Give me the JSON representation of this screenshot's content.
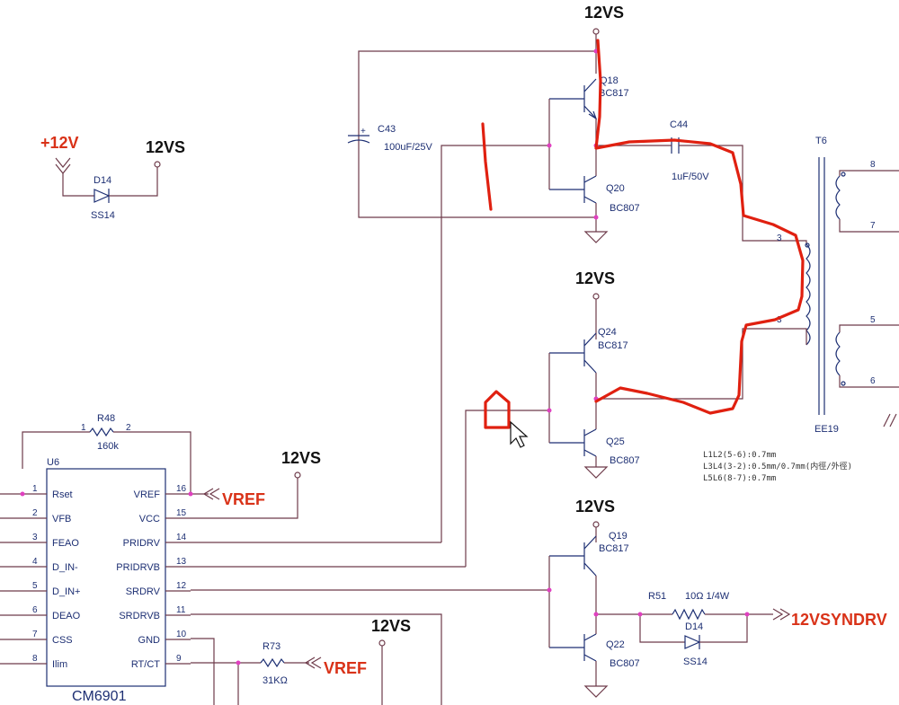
{
  "nets": {
    "v12vs": "12VS",
    "plus12v": "+12V",
    "vref": "VREF",
    "syndrv": "12VSYNDRV"
  },
  "chip": {
    "ref": "U6",
    "part": "CM6901",
    "left_pins": [
      {
        "num": "1",
        "name": "Rset"
      },
      {
        "num": "2",
        "name": "VFB"
      },
      {
        "num": "3",
        "name": "FEAO"
      },
      {
        "num": "4",
        "name": "D_IN-"
      },
      {
        "num": "5",
        "name": "D_IN+"
      },
      {
        "num": "6",
        "name": "DEAO"
      },
      {
        "num": "7",
        "name": "CSS"
      },
      {
        "num": "8",
        "name": "Ilim"
      }
    ],
    "right_pins": [
      {
        "num": "16",
        "name": "VREF"
      },
      {
        "num": "15",
        "name": "VCC"
      },
      {
        "num": "14",
        "name": "PRIDRV"
      },
      {
        "num": "13",
        "name": "PRIDRVB"
      },
      {
        "num": "12",
        "name": "SRDRV"
      },
      {
        "num": "11",
        "name": "SRDRVB"
      },
      {
        "num": "10",
        "name": "GND"
      },
      {
        "num": "9",
        "name": "RT/CT"
      }
    ]
  },
  "components": {
    "r48": {
      "ref": "R48",
      "value": "160k",
      "pin1": "1",
      "pin2": "2"
    },
    "r73": {
      "ref": "R73",
      "value": "31KΩ"
    },
    "r51": {
      "ref": "R51",
      "value": "10Ω 1/4W"
    },
    "d14_top": {
      "ref": "D14",
      "value": "SS14"
    },
    "d14_bot": {
      "ref": "D14",
      "value": "SS14"
    },
    "c43": {
      "ref": "C43",
      "value": "100uF/25V"
    },
    "c44": {
      "ref": "C44",
      "value": "1uF/50V"
    },
    "q18": {
      "ref": "Q18",
      "value": "BC817"
    },
    "q20": {
      "ref": "Q20",
      "value": "BC807"
    },
    "q24": {
      "ref": "Q24",
      "value": "BC817"
    },
    "q25": {
      "ref": "Q25",
      "value": "BC807"
    },
    "q19": {
      "ref": "Q19",
      "value": "BC817"
    },
    "q22": {
      "ref": "Q22",
      "value": "BC807"
    },
    "t6": {
      "ref": "T6",
      "core": "EE19",
      "pins": [
        "8",
        "7",
        "3",
        "3",
        "5",
        "6"
      ]
    }
  },
  "notes": [
    "L1L2(5-6):0.7mm",
    "L3L4(3-2):0.5mm/0.7mm(内徑/外徑)",
    "L5L6(8-7):0.7mm"
  ],
  "colors": {
    "wire": "#6e3b4a",
    "symbol": "#1d2f73",
    "power_label": "#d93218",
    "junction": "#e040c0",
    "annotation": "#e02010"
  },
  "icons": {
    "cursor": "mouse-pointer-icon"
  }
}
